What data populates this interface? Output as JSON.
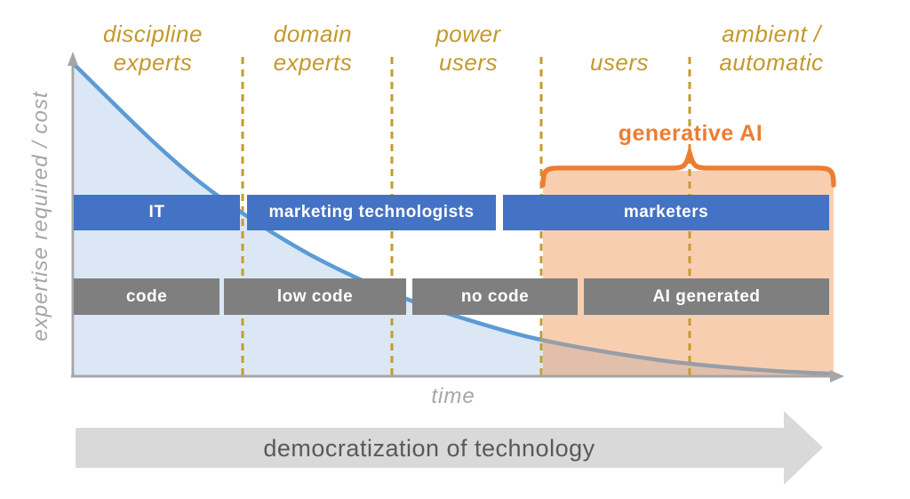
{
  "y_axis_label": "expertise required / cost",
  "x_axis_label": "time",
  "zones": [
    {
      "line1": "discipline",
      "line2": "experts"
    },
    {
      "line1": "domain",
      "line2": "experts"
    },
    {
      "line1": "power",
      "line2": "users"
    },
    {
      "line1": "",
      "line2": "users"
    },
    {
      "line1": "ambient /",
      "line2": "automatic"
    }
  ],
  "role_bars": [
    {
      "label": "IT"
    },
    {
      "label": "marketing technologists"
    },
    {
      "label": "marketers"
    }
  ],
  "code_bars": [
    {
      "label": "code"
    },
    {
      "label": "low code"
    },
    {
      "label": "no code"
    },
    {
      "label": "AI generated"
    }
  ],
  "generative_ai": {
    "label": "generative AI"
  },
  "bottom_arrow": {
    "label": "democratization of technology"
  },
  "colors": {
    "accent_blue": "#4472C4",
    "curve_blue": "#5B9BD5",
    "curve_gray": "#979EA6",
    "light_blue_fill": "#DBE7F5",
    "bar_gray": "#7F7F7F",
    "axis_gray": "#A6A6A6",
    "gold": "#C4992B",
    "orange": "#ED7D31",
    "orange_fill": "rgba(237,125,49,0.38)",
    "arrow_gray": "#D9D9D9",
    "arrow_text_gray": "#595959"
  }
}
